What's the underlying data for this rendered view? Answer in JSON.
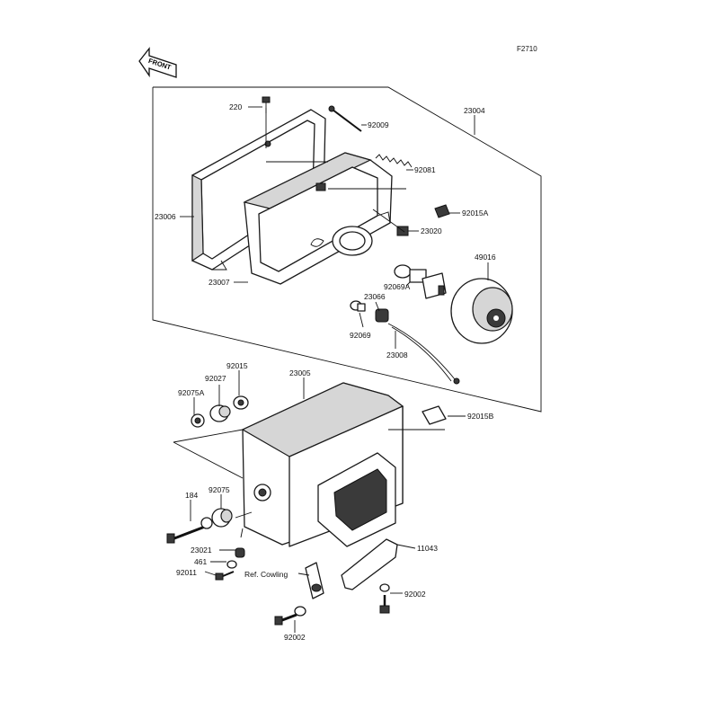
{
  "figure_code": "F2710",
  "front_arrow": "FRONT",
  "labels": {
    "p220": "220",
    "p92009": "92009",
    "p23004": "23004",
    "p92081": "92081",
    "p23006": "23006",
    "p92015A": "92015A",
    "p23020": "23020",
    "p49016": "49016",
    "p23007": "23007",
    "p92069A": "92069A",
    "p23066": "23066",
    "p92069": "92069",
    "p23008": "23008",
    "p92015": "92015",
    "p92027": "92027",
    "p23005": "23005",
    "p92075A": "92075A",
    "p92015B": "92015B",
    "p184": "184",
    "p92075": "92075",
    "p23021": "23021",
    "p461": "461",
    "p92011": "92011",
    "ref_cowling": "Ref. Cowling",
    "p11043": "11043",
    "p92002a": "92002",
    "p92002b": "92002"
  }
}
